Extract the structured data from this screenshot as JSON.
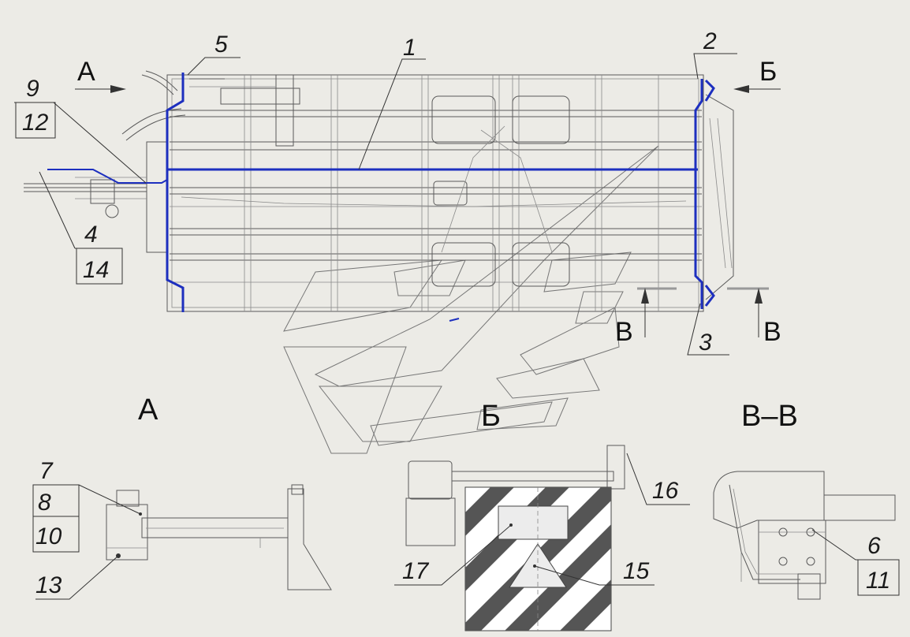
{
  "colors": {
    "background": "#ecebe6",
    "frame_lines": "#5a5a5a",
    "highlight": "#1d2fbf",
    "text": "#1a1a1a"
  },
  "views": {
    "arrow_a": "А",
    "arrow_b": "Б",
    "arrow_v_left": "В",
    "arrow_v_right": "В",
    "view_a_title": "А",
    "view_b_title": "Б",
    "view_vv_title": "В–В"
  },
  "callouts": {
    "c1": "1",
    "c2": "2",
    "c3": "3",
    "c4": "4",
    "c5": "5",
    "c6": "6",
    "c7": "7",
    "c8": "8",
    "c9": "9",
    "c10": "10",
    "c11": "11",
    "c12": "12",
    "c13": "13",
    "c14": "14",
    "c15": "15",
    "c16": "16",
    "c17": "17"
  }
}
